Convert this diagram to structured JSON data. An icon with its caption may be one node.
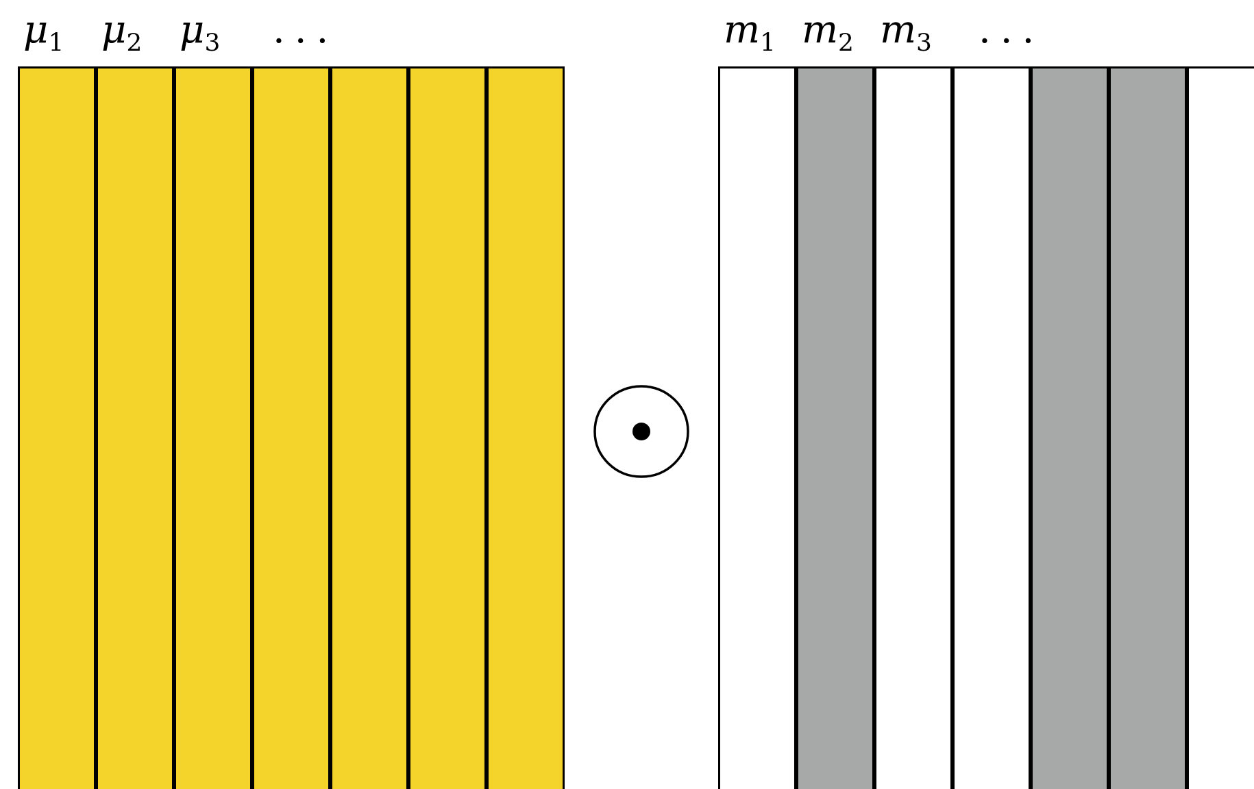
{
  "diagram": {
    "nodes": [
      {
        "text": [
          "μ$_{1}$"
        ]
      },
      {
        "text": [
          "μ$_{2}$"
        ]
      },
      {
        "text": [
          "μ$_{3}$"
        ]
      },
      {
        "text": [],
        "shape": "bar"
      },
      {
        "text": [],
        "shape": "bar"
      },
      {
        "text": [],
        "shape": "bar"
      },
      {
        "text": [],
        "shape": "bar"
      },
      {
        "text": [
          "m$_{1}$"
        ]
      },
      {
        "text": [
          "m$_{2}$"
        ]
      },
      {
        "text": [
          "m$_{3}$"
        ]
      },
      {
        "text": [],
        "shape": "bar"
      },
      {
        "text": [],
        "shape": "bar"
      },
      {
        "text": [],
        "shape": "bar"
      },
      {
        "text": [],
        "shape": "bar"
      }
    ],
    "labels": [
      "...",
      "..."
    ]
  }
}
